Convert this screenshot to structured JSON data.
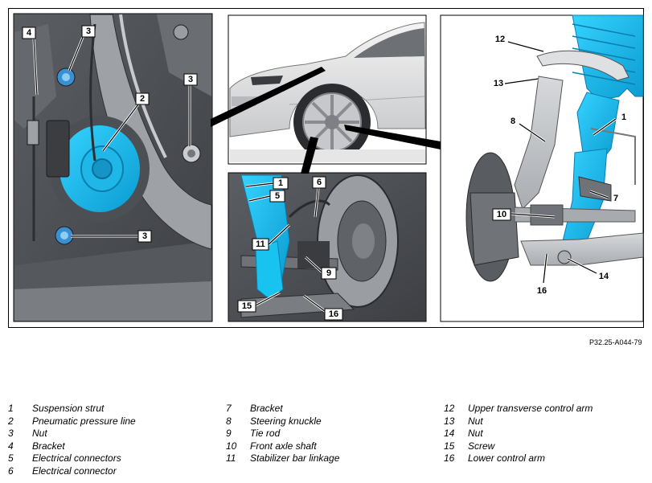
{
  "figure_code": "P32.25-A044-79",
  "colors": {
    "highlight": "#19c3f0",
    "photo_gray": "#7f8287",
    "panel_dark": "#4a4c50"
  },
  "callouts": {
    "left": [
      "4",
      "3",
      "3",
      "2",
      "3"
    ],
    "middle": [
      "1",
      "5",
      "6",
      "11",
      "9",
      "15",
      "16"
    ],
    "right": [
      "12",
      "13",
      "8",
      "1",
      "10",
      "7",
      "14",
      "16"
    ]
  },
  "legend": {
    "col1": [
      {
        "num": "1",
        "text": "Suspension strut"
      },
      {
        "num": "2",
        "text": "Pneumatic pressure line"
      },
      {
        "num": "3",
        "text": "Nut"
      },
      {
        "num": "4",
        "text": "Bracket"
      },
      {
        "num": "5",
        "text": "Electrical connectors"
      },
      {
        "num": "6",
        "text": "Electrical connector"
      }
    ],
    "col2": [
      {
        "num": "7",
        "text": "Bracket"
      },
      {
        "num": "8",
        "text": "Steering knuckle"
      },
      {
        "num": "9",
        "text": "Tie rod"
      },
      {
        "num": "10",
        "text": "Front axle shaft"
      },
      {
        "num": "11",
        "text": "Stabilizer bar linkage"
      }
    ],
    "col3": [
      {
        "num": "12",
        "text": "Upper transverse control arm"
      },
      {
        "num": "13",
        "text": "Nut"
      },
      {
        "num": "14",
        "text": "Nut"
      },
      {
        "num": "15",
        "text": "Screw"
      },
      {
        "num": "16",
        "text": "Lower control arm"
      }
    ]
  }
}
